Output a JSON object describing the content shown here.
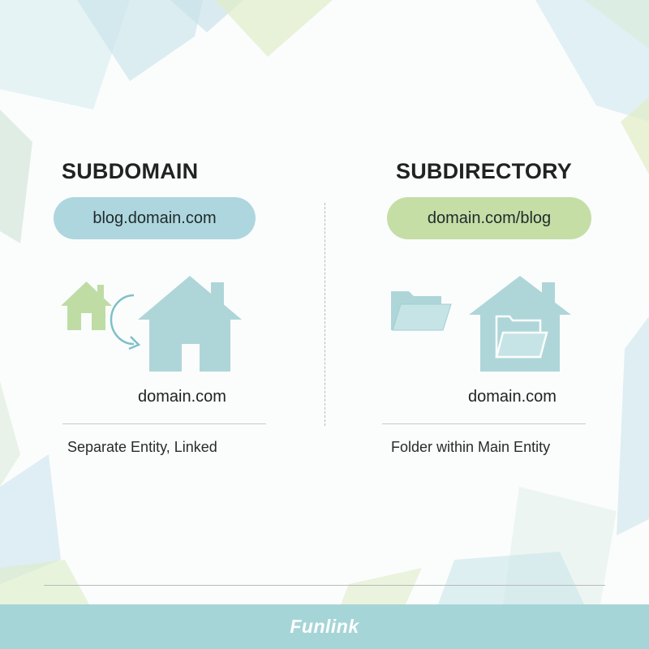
{
  "subdomain": {
    "heading": "SUBDOMAIN",
    "url": "blog.domain.com",
    "domain_label": "domain.com",
    "caption": "Separate Entity, Linked",
    "icons": [
      "small-house-icon",
      "curved-arrow-icon",
      "large-house-icon"
    ]
  },
  "subdirectory": {
    "heading": "SUBDIRECTORY",
    "url": "domain.com/blog",
    "domain_label": "domain.com",
    "caption": "Folder within Main Entity",
    "icons": [
      "folder-icon",
      "house-with-folder-icon"
    ]
  },
  "footer": {
    "brand": "Funlink"
  },
  "colors": {
    "teal": "#a6d5d8",
    "teal_pill": "#aed6df",
    "green_pill": "#c4dea6",
    "green_house": "#bfdca5"
  }
}
